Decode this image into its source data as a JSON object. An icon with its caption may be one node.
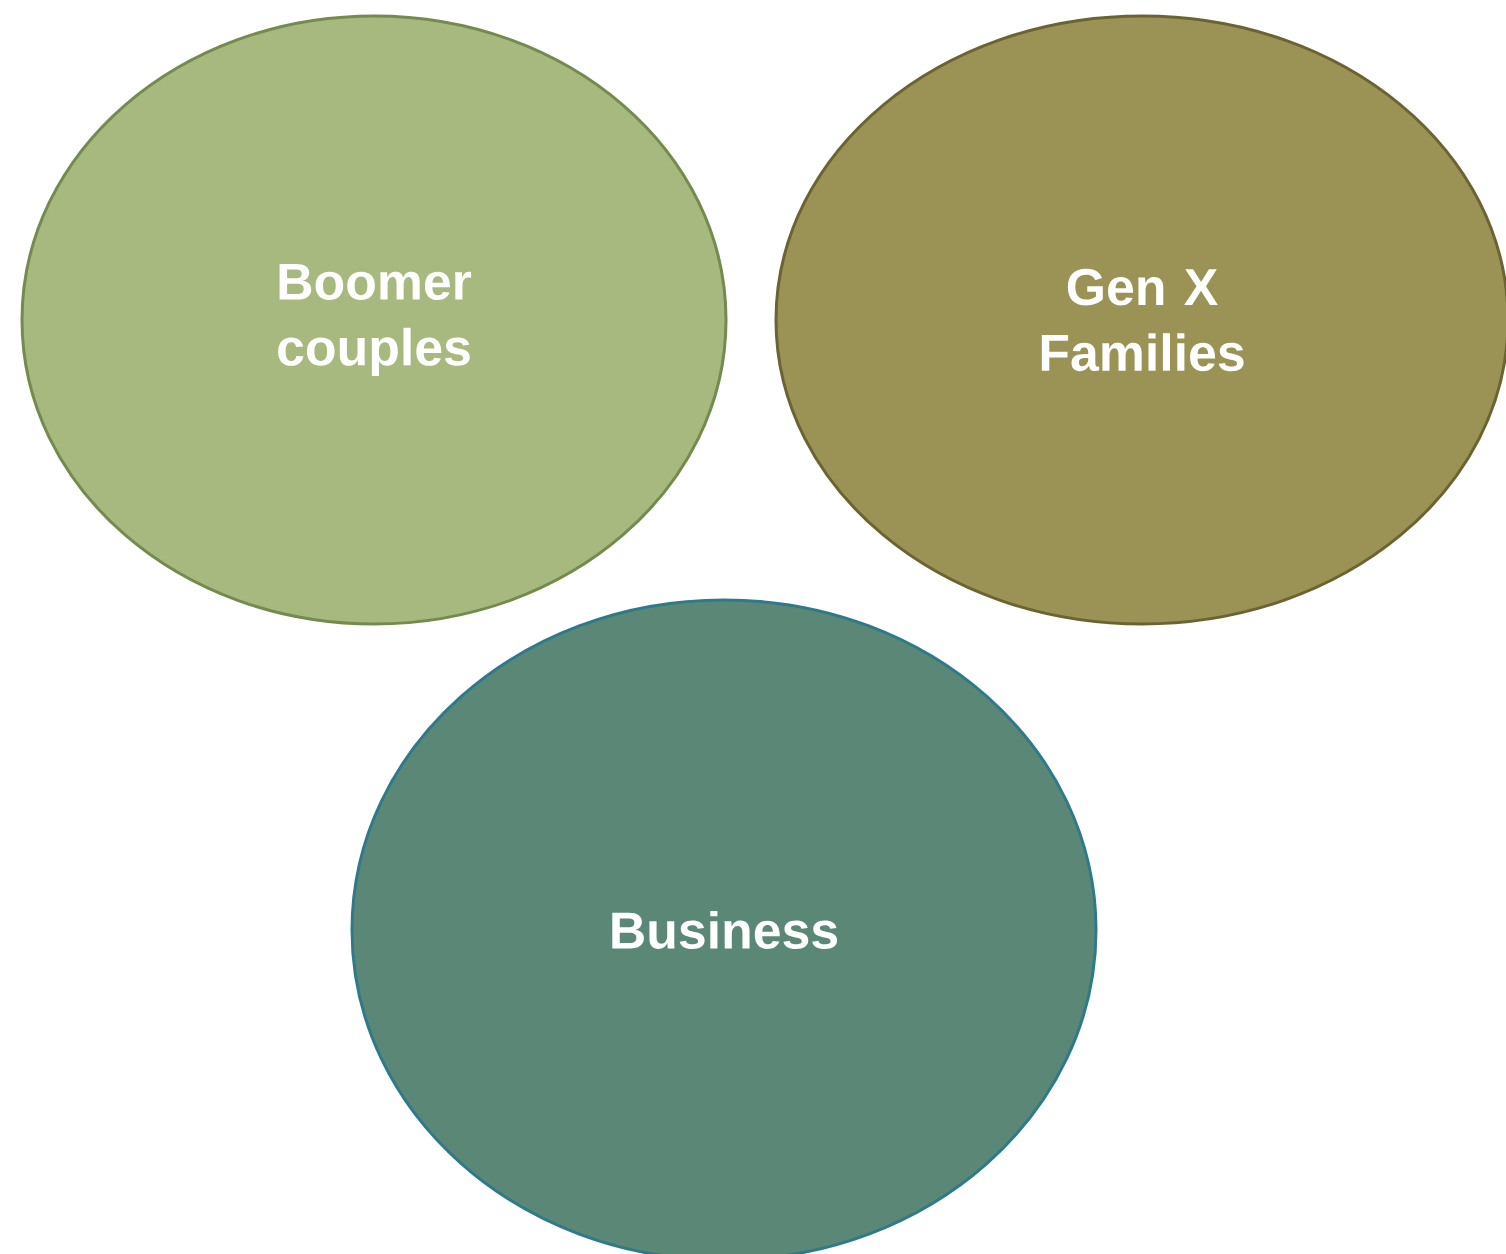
{
  "diagram": {
    "nodes": [
      {
        "text": [
          "Boomer couples"
        ]
      },
      {
        "text": [
          "Gen X Families"
        ]
      },
      {
        "text": [
          "Business"
        ]
      }
    ]
  }
}
